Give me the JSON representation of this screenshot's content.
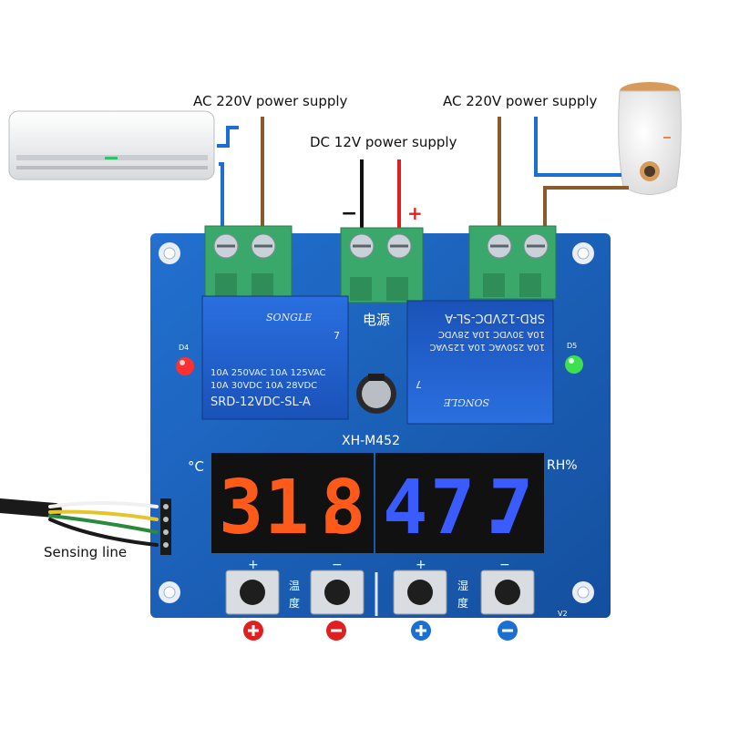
{
  "labels": {
    "ac_left": "AC 220V power supply",
    "ac_right": "AC 220V power supply",
    "dc": "DC 12V power supply",
    "sensing": "Sensing line",
    "minus": "−",
    "plus": "+"
  },
  "board": {
    "model": "XH-M452",
    "power_label": "电源",
    "celsius": "°C",
    "rh": "RH%",
    "led_left": "D4",
    "led_right": "D5",
    "version": "V2",
    "temp_label_1": "温",
    "temp_label_2": "度",
    "hum_label_1": "湿",
    "hum_label_2": "度",
    "btn_plus": "+",
    "btn_minus": "−"
  },
  "relay": {
    "brand": "SONGLE",
    "line1": "10A 250VAC  10A 125VAC",
    "line2": "10A  30VDC  10A  28VDC",
    "model": "SRD-12VDC-SL-A",
    "number": "7"
  },
  "display": {
    "temperature": [
      "3",
      "1.",
      "8"
    ],
    "humidity": [
      "4",
      "7.",
      "7"
    ],
    "temp_color": "#ff5a1a",
    "hum_color": "#3a5cff"
  },
  "colors": {
    "board": "#1a5fc0",
    "terminal": "#3aa86a",
    "relay": "#1d5fd6",
    "wire_blue": "#1b6fd1",
    "wire_brown": "#8a5a2b"
  }
}
